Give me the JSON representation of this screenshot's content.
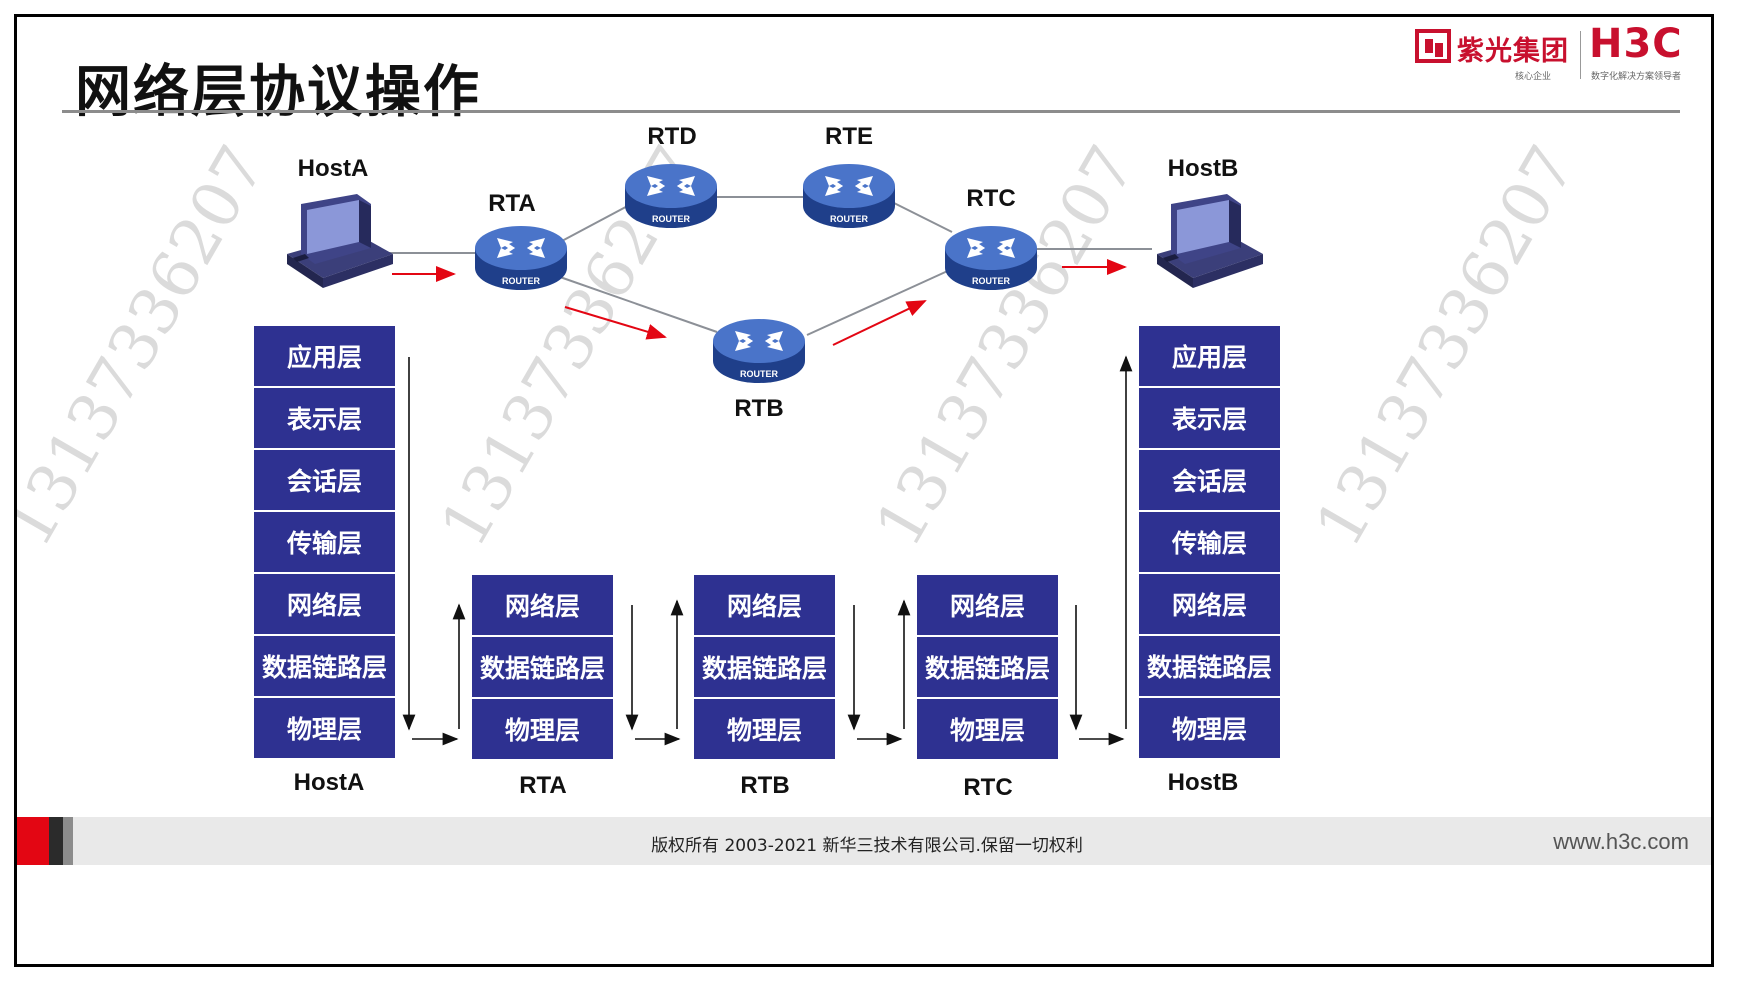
{
  "title": "网络层协议操作",
  "logo": {
    "company_cn": "紫光集团",
    "brand": "H3C",
    "tagline_left": "核心企业",
    "tagline_right": "数字化解决方案领导者"
  },
  "watermark": "13137336207",
  "topology": {
    "hosts": {
      "left": "HostA",
      "right": "HostB"
    },
    "routers": [
      "RTA",
      "RTD",
      "RTE",
      "RTC",
      "RTB"
    ],
    "router_icon_text": "ROUTER"
  },
  "stacks": [
    {
      "name": "HostA",
      "layers": [
        "应用层",
        "表示层",
        "会话层",
        "传输层",
        "网络层",
        "数据链路层",
        "物理层"
      ]
    },
    {
      "name": "RTA",
      "layers": [
        "网络层",
        "数据链路层",
        "物理层"
      ]
    },
    {
      "name": "RTB",
      "layers": [
        "网络层",
        "数据链路层",
        "物理层"
      ]
    },
    {
      "name": "RTC",
      "layers": [
        "网络层",
        "数据链路层",
        "物理层"
      ]
    },
    {
      "name": "HostB",
      "layers": [
        "应用层",
        "表示层",
        "会话层",
        "传输层",
        "网络层",
        "数据链路层",
        "物理层"
      ]
    }
  ],
  "colors": {
    "layer_fill": "#2e3191",
    "arrow_red": "#e30613",
    "brand_red": "#c8102e"
  },
  "footer": {
    "copyright": "版权所有 2003-2021 新华三技术有限公司.保留一切权利",
    "website": "www.h3c.com"
  }
}
